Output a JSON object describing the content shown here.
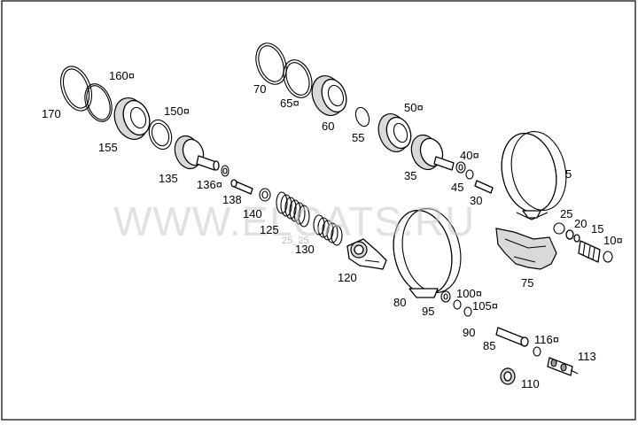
{
  "diagram": {
    "watermark": "WWW.ELCATS.RU",
    "watermark_small": "25_25",
    "callouts": {
      "p170": "170",
      "p160": "160¤",
      "p155": "155",
      "p150": "150¤",
      "p135": "135",
      "p136": "136¤",
      "p138": "138",
      "p140": "140",
      "p125": "125",
      "p130": "130",
      "p120": "120",
      "p70": "70",
      "p65": "65¤",
      "p60": "60",
      "p55": "55",
      "p50": "50¤",
      "p35": "35",
      "p40": "40¤",
      "p45": "45",
      "p30": "30",
      "p5": "5",
      "p25": "25",
      "p20": "20",
      "p15": "15",
      "p10": "10¤",
      "p75": "75",
      "p80": "80",
      "p95": "95",
      "p100": "100¤",
      "p105": "105¤",
      "p90": "90",
      "p85": "85",
      "p116": "116¤",
      "p113": "113",
      "p110": "110"
    }
  }
}
